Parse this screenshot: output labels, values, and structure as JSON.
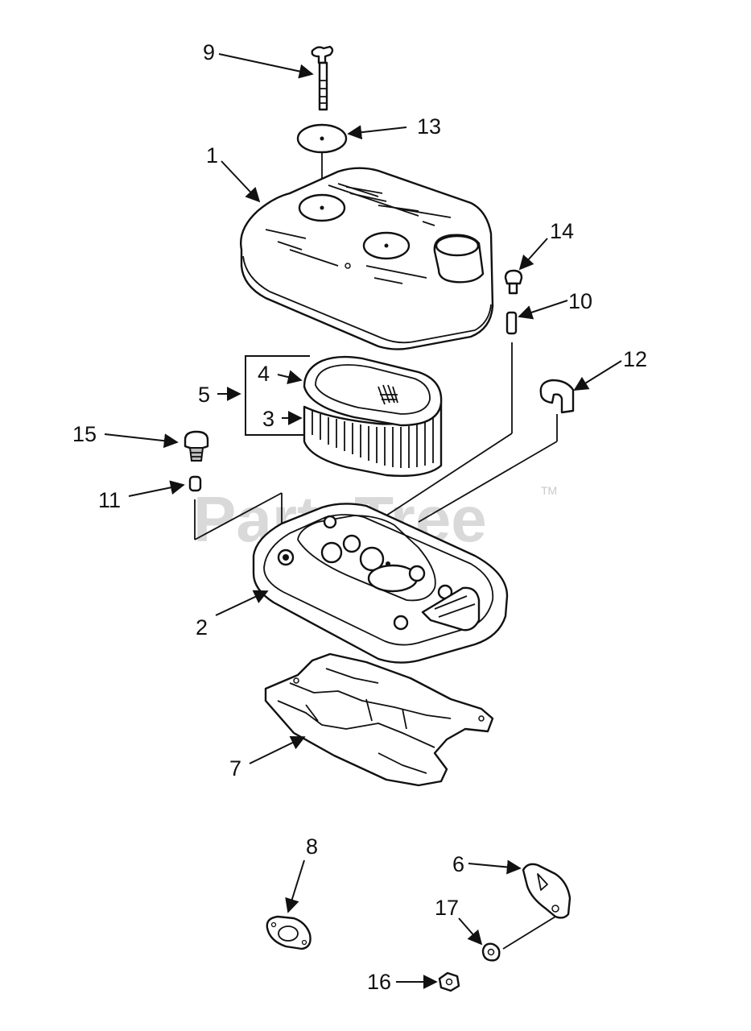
{
  "watermark": {
    "text": "PartsTree",
    "mark": "TM"
  },
  "callouts": {
    "c1": "1",
    "c2": "2",
    "c3": "3",
    "c4": "4",
    "c5": "5",
    "c6": "6",
    "c7": "7",
    "c8": "8",
    "c9": "9",
    "c10": "10",
    "c11": "11",
    "c12": "12",
    "c13": "13",
    "c14": "14",
    "c15": "15",
    "c16": "16",
    "c17": "17"
  }
}
